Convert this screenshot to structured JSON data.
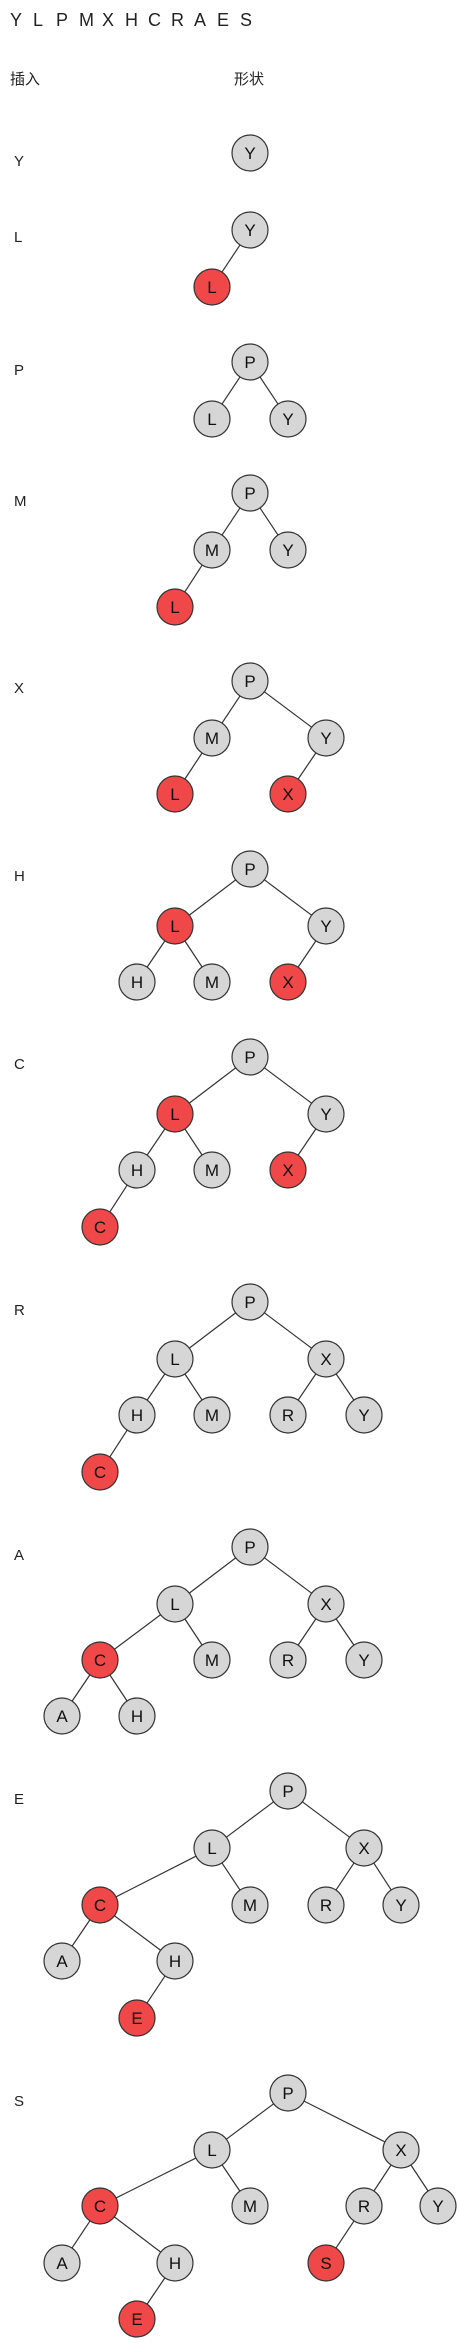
{
  "sequence": [
    "Y",
    "L",
    "P",
    "M",
    "X",
    "H",
    "C",
    "R",
    "A",
    "E",
    "S"
  ],
  "headers": {
    "insert": "插入",
    "shape": "形状"
  },
  "colors": {
    "black_node_fill": "#d6d6d6",
    "red_node_fill": "#f04848",
    "stroke": "#333333"
  },
  "steps": [
    {
      "insert": "Y",
      "nodes": [
        {
          "key": "Y",
          "color": "black"
        }
      ],
      "edges": []
    },
    {
      "insert": "L",
      "nodes": [
        {
          "key": "Y",
          "color": "black"
        },
        {
          "key": "L",
          "color": "red"
        }
      ],
      "edges": [
        [
          "Y",
          "L"
        ]
      ]
    },
    {
      "insert": "P",
      "nodes": [
        {
          "key": "P",
          "color": "black"
        },
        {
          "key": "L",
          "color": "black"
        },
        {
          "key": "Y",
          "color": "black"
        }
      ],
      "edges": [
        [
          "P",
          "L"
        ],
        [
          "P",
          "Y"
        ]
      ]
    },
    {
      "insert": "M",
      "nodes": [
        {
          "key": "P",
          "color": "black"
        },
        {
          "key": "M",
          "color": "black"
        },
        {
          "key": "Y",
          "color": "black"
        },
        {
          "key": "L",
          "color": "red"
        }
      ],
      "edges": [
        [
          "P",
          "M"
        ],
        [
          "P",
          "Y"
        ],
        [
          "M",
          "L"
        ]
      ]
    },
    {
      "insert": "X",
      "nodes": [
        {
          "key": "P",
          "color": "black"
        },
        {
          "key": "M",
          "color": "black"
        },
        {
          "key": "Y",
          "color": "black"
        },
        {
          "key": "L",
          "color": "red"
        },
        {
          "key": "X",
          "color": "red"
        }
      ],
      "edges": [
        [
          "P",
          "M"
        ],
        [
          "P",
          "Y"
        ],
        [
          "M",
          "L"
        ],
        [
          "Y",
          "X"
        ]
      ]
    },
    {
      "insert": "H",
      "nodes": [
        {
          "key": "P",
          "color": "black"
        },
        {
          "key": "L",
          "color": "red"
        },
        {
          "key": "Y",
          "color": "black"
        },
        {
          "key": "H",
          "color": "black"
        },
        {
          "key": "M",
          "color": "black"
        },
        {
          "key": "X",
          "color": "red"
        }
      ],
      "edges": [
        [
          "P",
          "L"
        ],
        [
          "P",
          "Y"
        ],
        [
          "L",
          "H"
        ],
        [
          "L",
          "M"
        ],
        [
          "Y",
          "X"
        ]
      ]
    },
    {
      "insert": "C",
      "nodes": [
        {
          "key": "P",
          "color": "black"
        },
        {
          "key": "L",
          "color": "red"
        },
        {
          "key": "Y",
          "color": "black"
        },
        {
          "key": "H",
          "color": "black"
        },
        {
          "key": "M",
          "color": "black"
        },
        {
          "key": "X",
          "color": "red"
        },
        {
          "key": "C",
          "color": "red"
        }
      ],
      "edges": [
        [
          "P",
          "L"
        ],
        [
          "P",
          "Y"
        ],
        [
          "L",
          "H"
        ],
        [
          "L",
          "M"
        ],
        [
          "Y",
          "X"
        ],
        [
          "H",
          "C"
        ]
      ]
    },
    {
      "insert": "R",
      "nodes": [
        {
          "key": "P",
          "color": "black"
        },
        {
          "key": "L",
          "color": "black"
        },
        {
          "key": "X",
          "color": "black"
        },
        {
          "key": "H",
          "color": "black"
        },
        {
          "key": "M",
          "color": "black"
        },
        {
          "key": "R",
          "color": "black"
        },
        {
          "key": "Y",
          "color": "black"
        },
        {
          "key": "C",
          "color": "red"
        }
      ],
      "edges": [
        [
          "P",
          "L"
        ],
        [
          "P",
          "X"
        ],
        [
          "L",
          "H"
        ],
        [
          "L",
          "M"
        ],
        [
          "X",
          "R"
        ],
        [
          "X",
          "Y"
        ],
        [
          "H",
          "C"
        ]
      ]
    },
    {
      "insert": "A",
      "nodes": [
        {
          "key": "P",
          "color": "black"
        },
        {
          "key": "L",
          "color": "black"
        },
        {
          "key": "X",
          "color": "black"
        },
        {
          "key": "C",
          "color": "red"
        },
        {
          "key": "M",
          "color": "black"
        },
        {
          "key": "R",
          "color": "black"
        },
        {
          "key": "Y",
          "color": "black"
        },
        {
          "key": "A",
          "color": "black"
        },
        {
          "key": "H",
          "color": "black"
        }
      ],
      "edges": [
        [
          "P",
          "L"
        ],
        [
          "P",
          "X"
        ],
        [
          "L",
          "C"
        ],
        [
          "L",
          "M"
        ],
        [
          "X",
          "R"
        ],
        [
          "X",
          "Y"
        ],
        [
          "C",
          "A"
        ],
        [
          "C",
          "H"
        ]
      ]
    },
    {
      "insert": "E",
      "nodes": [
        {
          "key": "P",
          "color": "black"
        },
        {
          "key": "L",
          "color": "black"
        },
        {
          "key": "X",
          "color": "black"
        },
        {
          "key": "C",
          "color": "red"
        },
        {
          "key": "M",
          "color": "black"
        },
        {
          "key": "R",
          "color": "black"
        },
        {
          "key": "Y",
          "color": "black"
        },
        {
          "key": "A",
          "color": "black"
        },
        {
          "key": "H",
          "color": "black"
        },
        {
          "key": "E",
          "color": "red"
        }
      ],
      "edges": [
        [
          "P",
          "L"
        ],
        [
          "P",
          "X"
        ],
        [
          "L",
          "C"
        ],
        [
          "L",
          "M"
        ],
        [
          "X",
          "R"
        ],
        [
          "X",
          "Y"
        ],
        [
          "C",
          "A"
        ],
        [
          "C",
          "H"
        ],
        [
          "H",
          "E"
        ]
      ]
    },
    {
      "insert": "S",
      "nodes": [
        {
          "key": "P",
          "color": "black"
        },
        {
          "key": "L",
          "color": "black"
        },
        {
          "key": "X",
          "color": "black"
        },
        {
          "key": "C",
          "color": "red"
        },
        {
          "key": "M",
          "color": "black"
        },
        {
          "key": "R",
          "color": "black"
        },
        {
          "key": "Y",
          "color": "black"
        },
        {
          "key": "A",
          "color": "black"
        },
        {
          "key": "H",
          "color": "black"
        },
        {
          "key": "S",
          "color": "red"
        },
        {
          "key": "E",
          "color": "red"
        }
      ],
      "edges": [
        [
          "P",
          "L"
        ],
        [
          "P",
          "X"
        ],
        [
          "L",
          "C"
        ],
        [
          "L",
          "M"
        ],
        [
          "X",
          "R"
        ],
        [
          "X",
          "Y"
        ],
        [
          "C",
          "A"
        ],
        [
          "C",
          "H"
        ],
        [
          "R",
          "S"
        ],
        [
          "H",
          "E"
        ]
      ]
    }
  ]
}
